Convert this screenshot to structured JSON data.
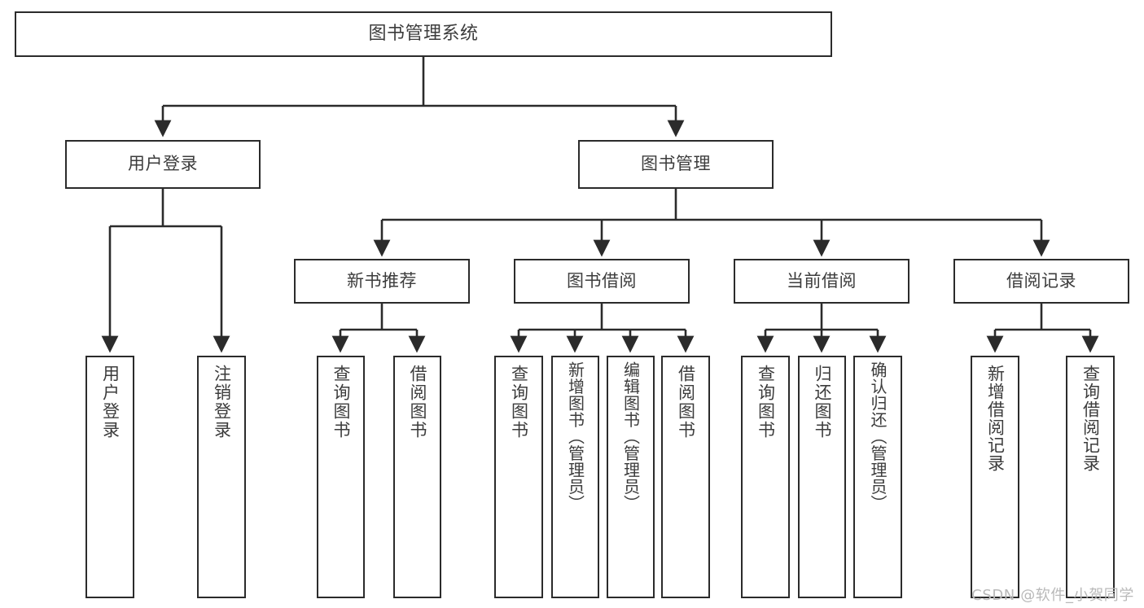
{
  "diagram": {
    "type": "tree-hierarchy",
    "title": "图书管理系统",
    "stroke_color": "#2b2b2b",
    "fill_color": "#ffffff",
    "text_color": "#3c3c3c",
    "background": "#ffffff"
  },
  "watermark": {
    "text": "CSDN @软件_小贺同学",
    "color": "#b9b9b9"
  },
  "nodes": {
    "root": {
      "label": "图书管理系统"
    },
    "level2": [
      {
        "id": "user-login",
        "label": "用户登录"
      },
      {
        "id": "book-manage",
        "label": "图书管理"
      }
    ],
    "level3": [
      {
        "id": "new-book-recommend",
        "label": "新书推荐"
      },
      {
        "id": "book-borrow",
        "label": "图书借阅"
      },
      {
        "id": "current-borrow",
        "label": "当前借阅"
      },
      {
        "id": "borrow-record",
        "label": "借阅记录"
      }
    ],
    "leaves": {
      "user_login": [
        {
          "id": "leaf-user-login",
          "label": "用户登录"
        },
        {
          "id": "leaf-logout-login",
          "label": "注销登录"
        }
      ],
      "new_book_recommend": [
        {
          "id": "leaf-query-book-1",
          "label": "查询图书"
        },
        {
          "id": "leaf-borrow-book-1",
          "label": "借阅图书"
        }
      ],
      "book_borrow": [
        {
          "id": "leaf-query-book-2",
          "label": "查询图书"
        },
        {
          "id": "leaf-add-book",
          "label": "新增图书（管理员）"
        },
        {
          "id": "leaf-edit-book",
          "label": "编辑图书（管理员）"
        },
        {
          "id": "leaf-borrow-book-2",
          "label": "借阅图书"
        }
      ],
      "current_borrow": [
        {
          "id": "leaf-query-book-3",
          "label": "查询图书"
        },
        {
          "id": "leaf-return-book",
          "label": "归还图书"
        },
        {
          "id": "leaf-confirm-return",
          "label": "确认归还（管理员）"
        }
      ],
      "borrow_record": [
        {
          "id": "leaf-add-record",
          "label": "新增借阅记录"
        },
        {
          "id": "leaf-query-record",
          "label": "查询借阅记录"
        }
      ]
    }
  }
}
